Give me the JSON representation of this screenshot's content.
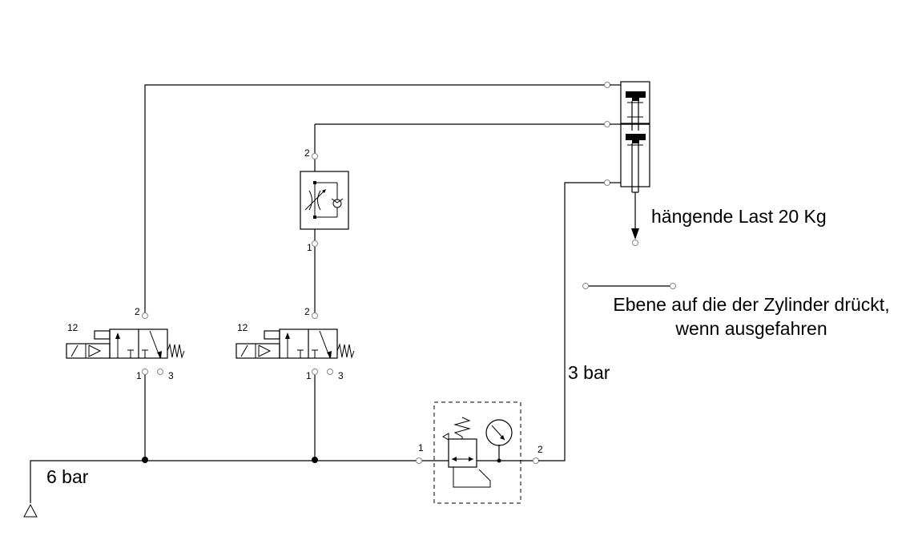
{
  "pressure_supply": "6 bar",
  "pressure_regulated": "3 bar",
  "load_label": "hängende Last 20 Kg",
  "plane_label_line1": "Ebene auf die der Zylinder drückt,",
  "plane_label_line2": "wenn ausgefahren",
  "valve1": {
    "pilot": "12",
    "port_out": "2",
    "port_in": "1",
    "port_exhaust": "3"
  },
  "valve2": {
    "pilot": "12",
    "port_out": "2",
    "port_in": "1",
    "port_exhaust": "3"
  },
  "throttle": {
    "port_top": "2",
    "port_bottom": "1"
  },
  "regulator": {
    "port_in": "1",
    "port_out": "2"
  }
}
